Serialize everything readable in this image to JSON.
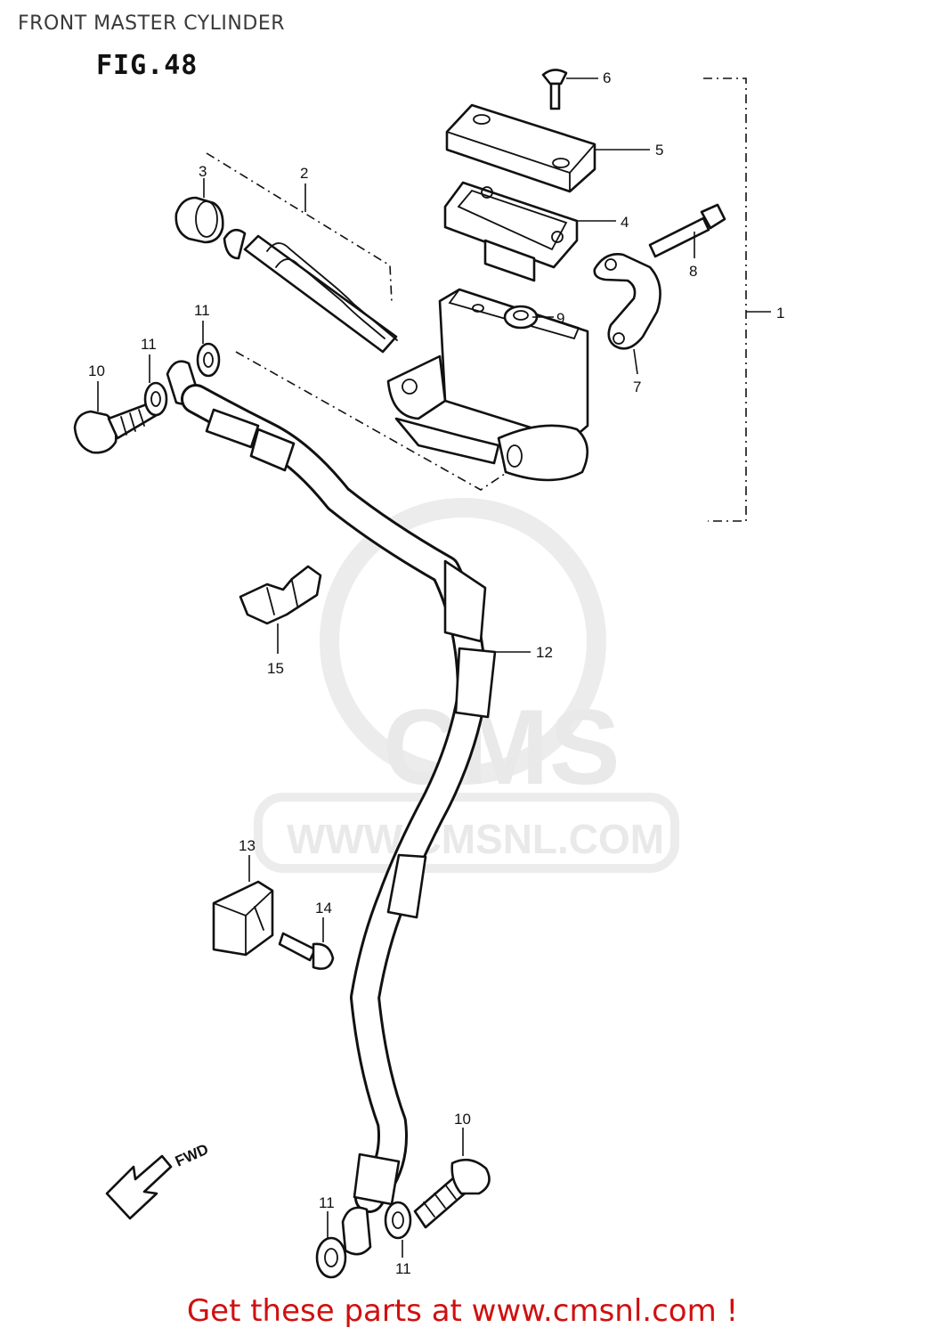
{
  "page": {
    "title": "FRONT MASTER CYLINDER",
    "figure_label": "FIG.48",
    "footer_link": "Get these parts at www.cmsnl.com !",
    "link_color": "#d01010"
  },
  "watermark": {
    "brand": "CMS",
    "url": "WWW.CMSNL.COM"
  },
  "direction_marker": {
    "label": "FWD",
    "icon": "arrow-left-down-icon"
  },
  "callouts": {
    "c1": "1",
    "c2": "2",
    "c3": "3",
    "c4": "4",
    "c5": "5",
    "c6": "6",
    "c7": "7",
    "c8": "8",
    "c9": "9",
    "c10a": "10",
    "c10b": "10",
    "c11a": "11",
    "c11b": "11",
    "c11c": "11",
    "c11d": "11",
    "c12": "12",
    "c13": "13",
    "c14": "14",
    "c15": "15"
  }
}
